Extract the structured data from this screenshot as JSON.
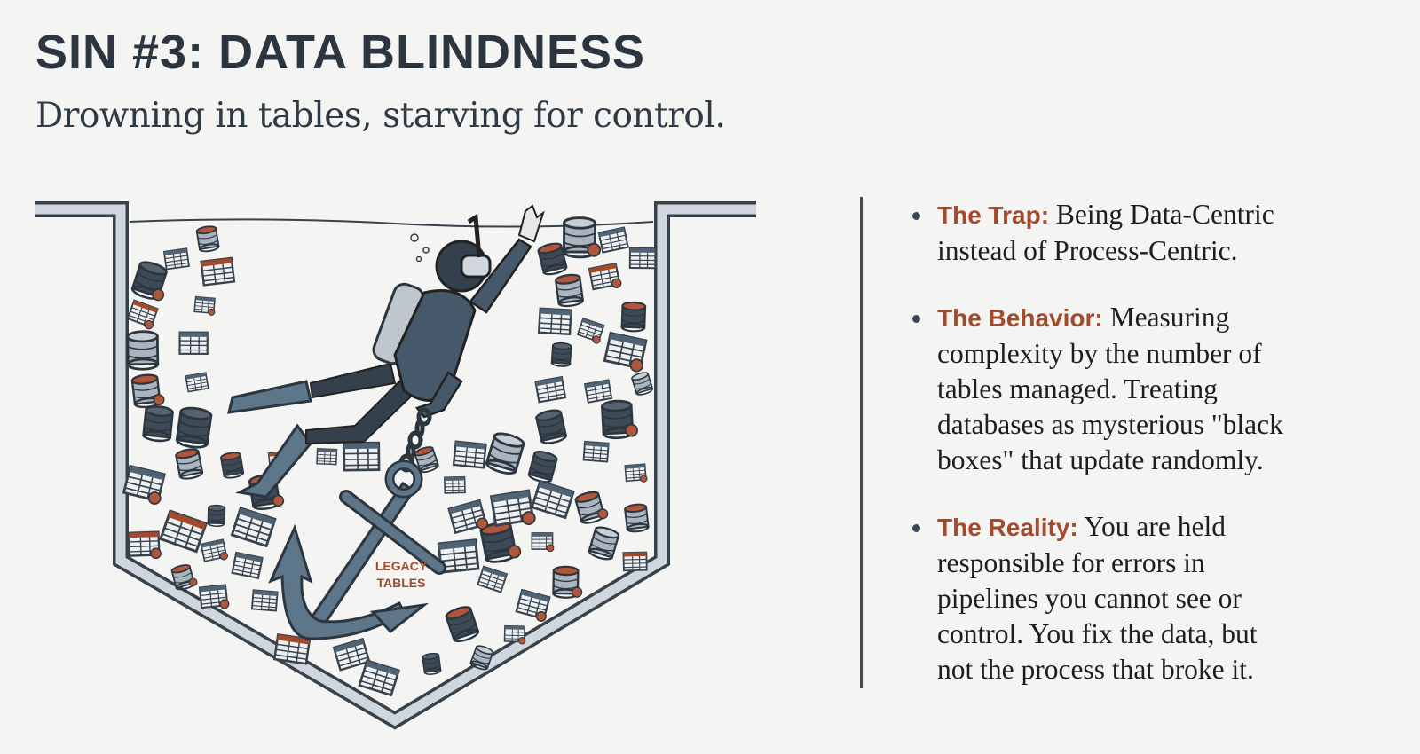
{
  "slide": {
    "title": "SIN #3: DATA BLINDNESS",
    "subtitle": "Drowning in tables, starving for control."
  },
  "illustration": {
    "anchor_label_line1": "LEGACY",
    "anchor_label_line2": "TABLES"
  },
  "bullets": [
    {
      "label": "The Trap:",
      "lines": [
        "Being Data-Centric",
        "instead of Process-Centric."
      ]
    },
    {
      "label": "The Behavior:",
      "lines": [
        "Measuring",
        "complexity by the number of",
        "tables managed. Treating",
        "databases as mysterious \"black",
        "boxes\" that update randomly."
      ]
    },
    {
      "label": "The Reality:",
      "lines": [
        "You are held",
        "responsible for errors in",
        "pipelines you cannot see or",
        "control. You fix the data, but",
        "not the process that broke it."
      ]
    }
  ],
  "colors": {
    "accent": "#a24a2b",
    "ink": "#2c3641",
    "steel": "#5d7689",
    "background": "#f4f4f3"
  }
}
